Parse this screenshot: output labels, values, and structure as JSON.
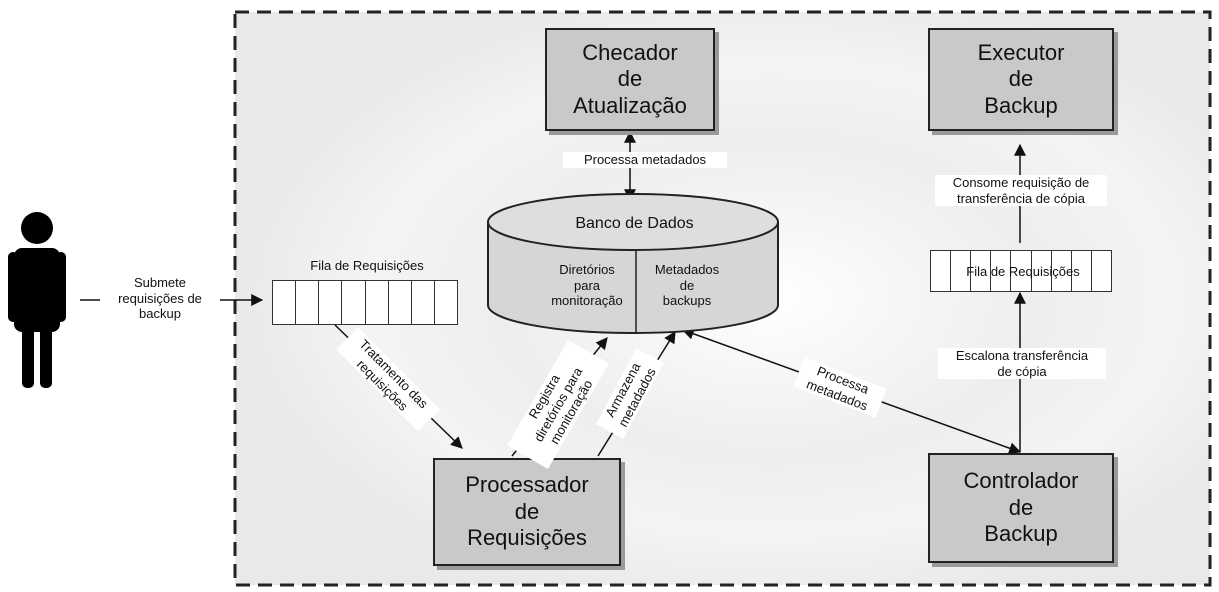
{
  "actor": {
    "icon": "person-icon"
  },
  "submit_label": "Submete\nrequisições de\nbackup",
  "queue_left": {
    "title": "Fila de Requisições",
    "cells": 8
  },
  "processing_label": "Tratamento das\nrequisições",
  "boxes": {
    "checker": "Checador\nde\nAtualização",
    "executor": "Executor\nde\nBackup",
    "processor": "Processador\nde\nRequisições",
    "controller": "Controlador\nde\nBackup"
  },
  "database": {
    "title": "Banco de Dados",
    "left": "Diretórios\npara\nmonitoração",
    "right": "Metadados\nde\nbackups"
  },
  "queue_right": {
    "title": "Fila de Requisições"
  },
  "labels": {
    "checker_db": "Processa metadados",
    "register": "Registra\ndiretórios para\nmonitoração",
    "store": "Armazena\nmetadados",
    "controller_db": "Processa\nmetadados",
    "schedule": "Escalona transferência\nde cópia",
    "consume": "Consome requisição de\ntransferência de cópia"
  },
  "colors": {
    "box_fill": "#c9c9c9",
    "panel_fill": "#f0f0f0",
    "stroke": "#222222"
  }
}
